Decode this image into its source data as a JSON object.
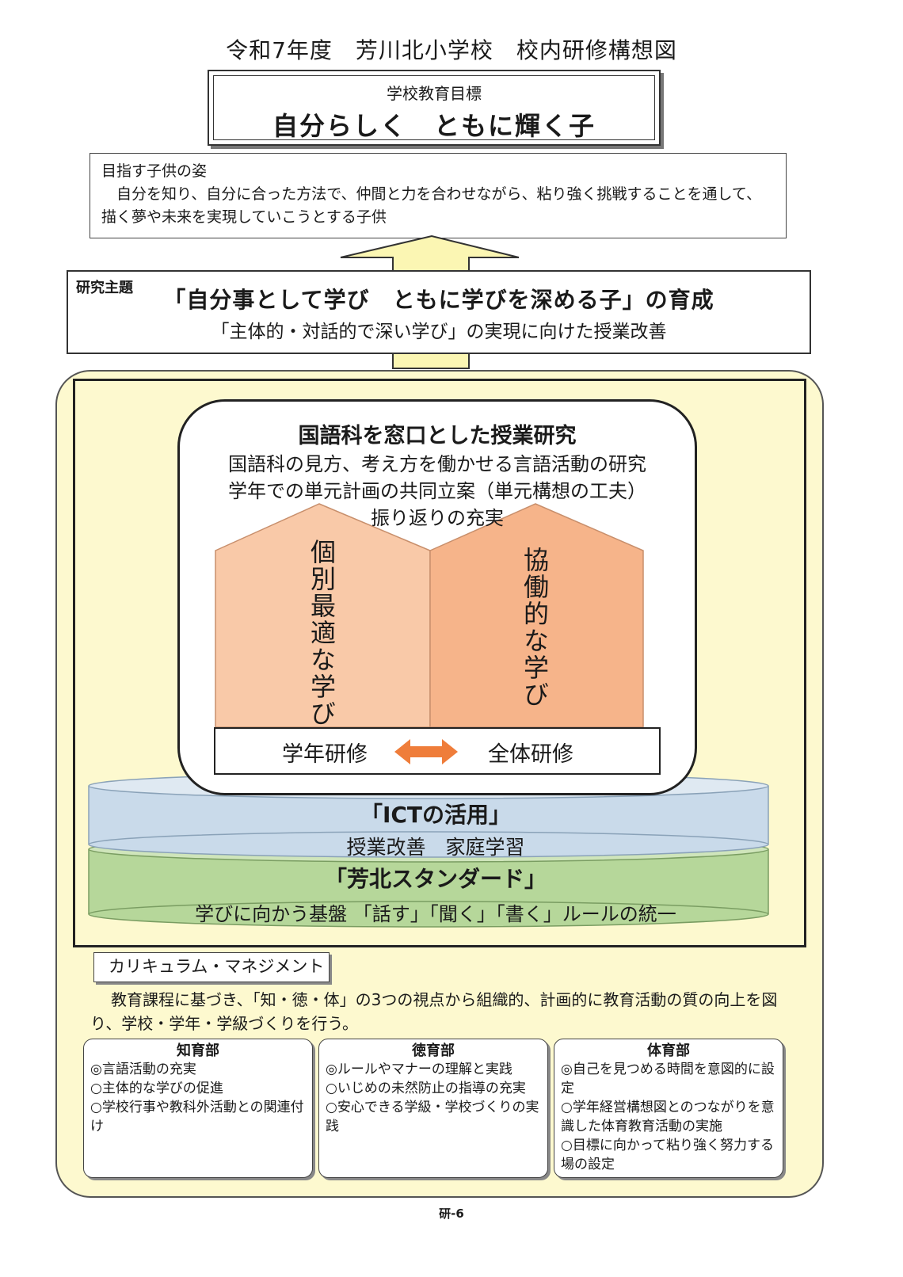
{
  "header": {
    "title": "令和7年度　芳川北小学校　校内研修構想図"
  },
  "school_goal": {
    "label": "学校教育目標",
    "text": "自分らしく　ともに輝く子"
  },
  "ideal_child": {
    "label": "目指す子供の姿",
    "description": "自分を知り、自分に合った方法で、仲間と力を合わせながら、粘り強く挑戦することを通して、描く夢や未来を実現していこうとする子供"
  },
  "research_theme": {
    "label": "研究主題",
    "main": "「自分事として学び　ともに学びを深める子」の育成",
    "sub": "「主体的・対話的で深い学び」の実現に向けた授業改善"
  },
  "lesson_study": {
    "title": "国語科を窓口とした授業研究",
    "lines": [
      "国語科の見方、考え方を働かせる言語活動の研究",
      "学年での単元計画の共同立案（単元構想の工夫）",
      "振り返りの充実"
    ],
    "pillar_left": "個別最適な学び",
    "pillar_right": "協働的な学び",
    "grade_training": "学年研修",
    "all_training": "全体研修"
  },
  "ict": {
    "title": "「ICTの活用」",
    "items": "授業改善　家庭学習"
  },
  "standard": {
    "title": "「芳北スタンダード」",
    "description": "学びに向かう基盤 「話す」「聞く」「書く」ルールの統一"
  },
  "curriculum": {
    "label": "カリキュラム・マネジメント",
    "description": "教育課程に基づき、「知・徳・体」の3つの視点から組織的、計画的に教育活動の質の向上を図り、学校・学年・学級づくりを行う。"
  },
  "departments": [
    {
      "title": "知育部",
      "items": [
        "◎言語活動の充実",
        "○主体的な学びの促進",
        "○学校行事や教科外活動との関連付け"
      ]
    },
    {
      "title": "徳育部",
      "items": [
        "◎ルールやマナーの理解と実践",
        "○いじめの未然防止の指導の充実",
        "○安心できる学級・学校づくりの実践"
      ]
    },
    {
      "title": "体育部",
      "items": [
        "◎自己を見つめる時間を意図的に設定",
        "○学年経営構想図とのつながりを意識した体育教育活動の実施",
        "○目標に向かって粘り強く努力する場の設定"
      ]
    }
  ],
  "footer": {
    "page": "研-6"
  },
  "colors": {
    "panel_yellow": "#fdf9cf",
    "pillar_left": "#f9c9a8",
    "pillar_right": "#f6b48a",
    "ict_blue": "#c9daea",
    "standard_green": "#b6d79a",
    "arrow_orange": "#ef7d3a",
    "up_arrow_yellow": "#fbf6b3"
  }
}
